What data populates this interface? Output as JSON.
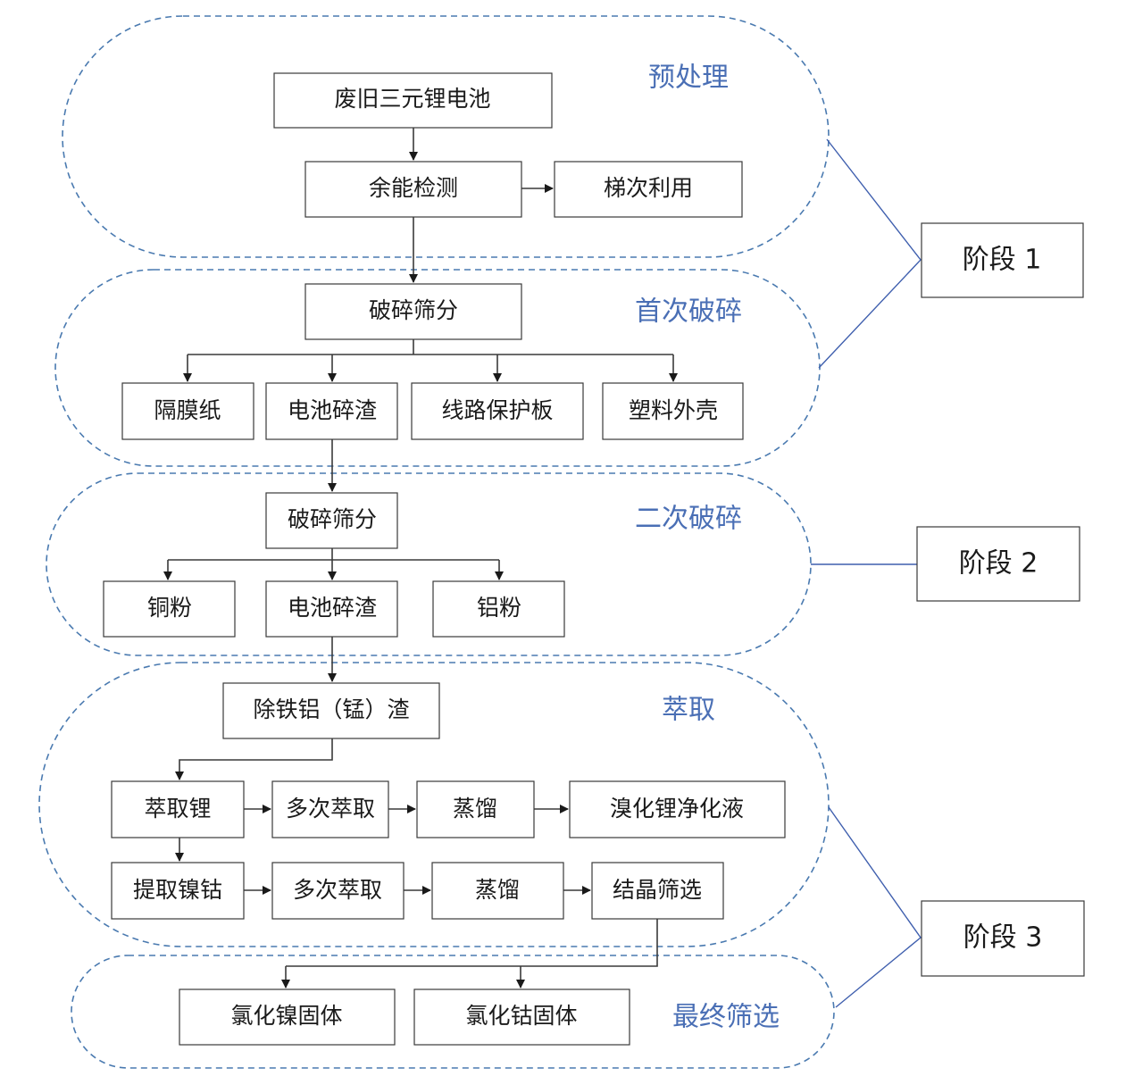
{
  "stages": {
    "pretreatment": "预处理",
    "first_crushing": "首次破碎",
    "second_crushing": "二次破碎",
    "extraction": "萃取",
    "final_screening": "最终筛选"
  },
  "phases": {
    "phase1": "阶段 1",
    "phase2": "阶段 2",
    "phase3": "阶段 3"
  },
  "nodes": {
    "waste_battery": "废旧三元锂电池",
    "residual_energy_test": "余能检测",
    "cascade_utilization": "梯次利用",
    "crush_screen_1": "破碎筛分",
    "separator_paper": "隔膜纸",
    "battery_residue_1": "电池碎渣",
    "circuit_board": "线路保护板",
    "plastic_shell": "塑料外壳",
    "crush_screen_2": "破碎筛分",
    "copper_powder": "铜粉",
    "battery_residue_2": "电池碎渣",
    "aluminum_powder": "铝粉",
    "remove_fe_al_mn": "除铁铝（锰）渣",
    "extract_lithium": "萃取锂",
    "multi_extract_1": "多次萃取",
    "distill_1": "蒸馏",
    "libr_solution": "溴化锂净化液",
    "extract_ni_co": "提取镍钴",
    "multi_extract_2": "多次萃取",
    "distill_2": "蒸馏",
    "crystallize_screen": "结晶筛选",
    "nickel_chloride": "氯化镍固体",
    "cobalt_chloride": "氯化钴固体"
  }
}
